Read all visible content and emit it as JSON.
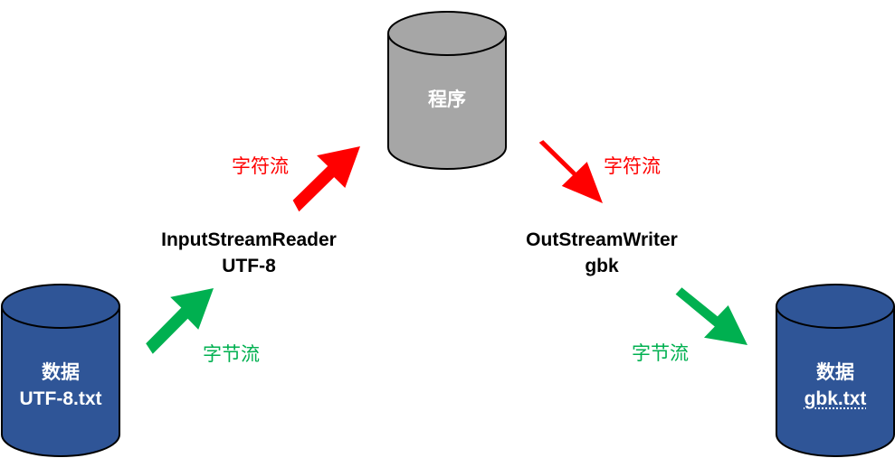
{
  "program": {
    "label": "程序"
  },
  "source": {
    "line1": "数据",
    "line2": "UTF-8.txt"
  },
  "target": {
    "line1": "数据",
    "line2": "gbk.txt"
  },
  "reader": {
    "name": "InputStreamReader",
    "encoding": "UTF-8"
  },
  "writer": {
    "name": "OutStreamWriter",
    "encoding": "gbk"
  },
  "labels": {
    "char_stream_left": "字符流",
    "char_stream_right": "字符流",
    "byte_stream_left": "字节流",
    "byte_stream_right": "字节流"
  },
  "colors": {
    "program_cylinder": "#a6a6a6",
    "data_cylinder": "#2f5597",
    "char_stream_arrow": "#ff0000",
    "byte_stream_arrow": "#00b050"
  }
}
